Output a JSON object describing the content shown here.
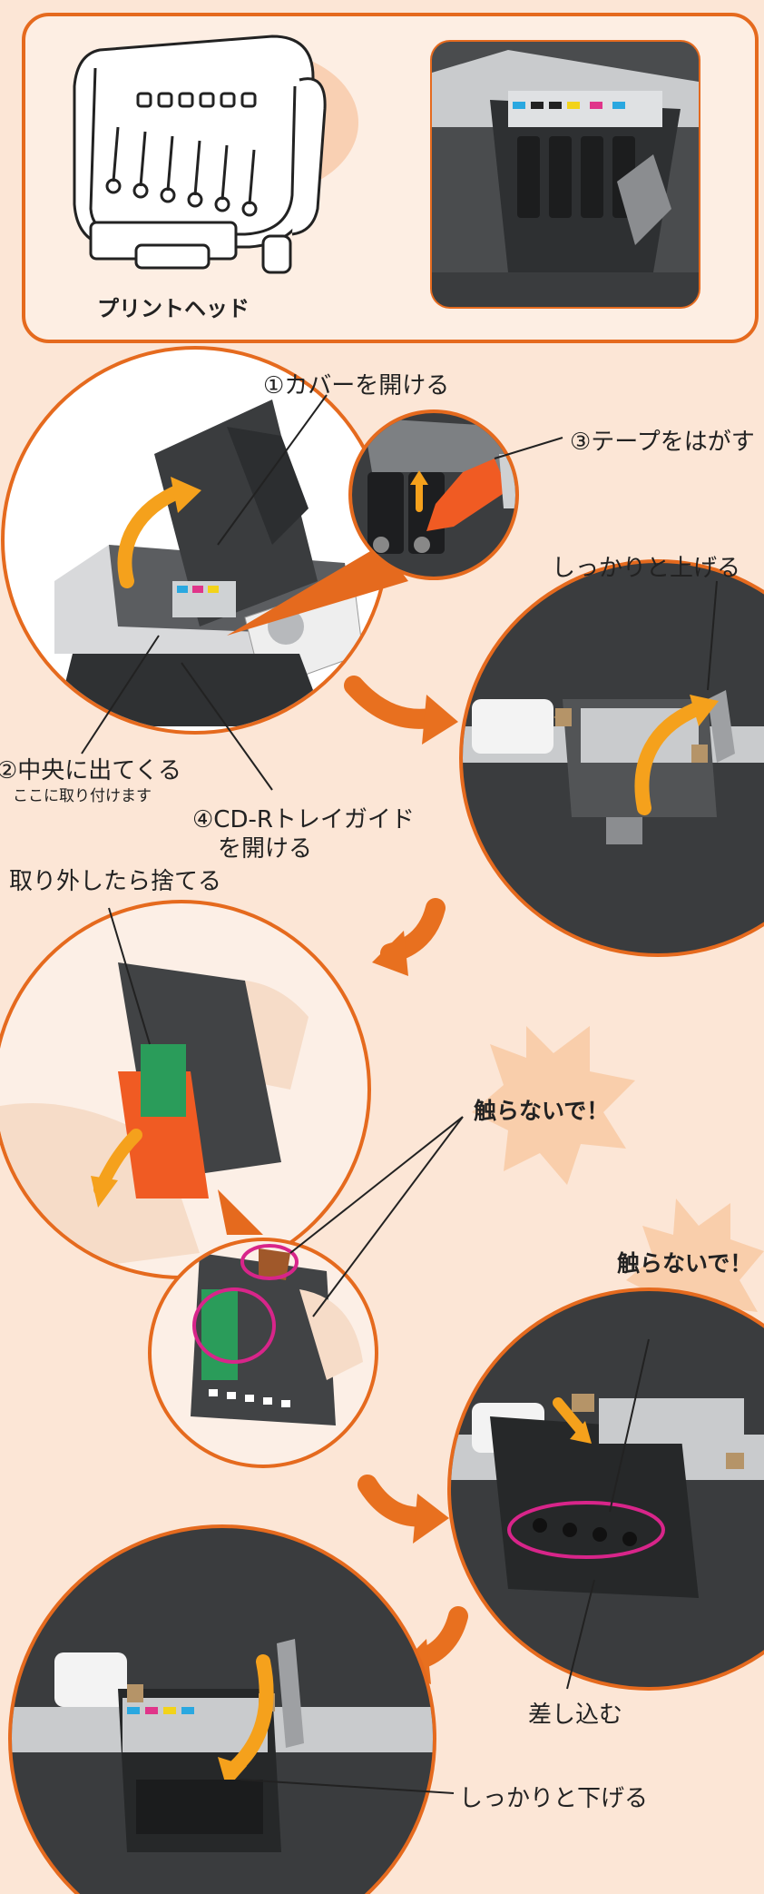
{
  "colors": {
    "background": "#fce6d6",
    "accent_orange": "#e56a1e",
    "arrow_orange": "#e8701f",
    "lift_arrow": "#f5a11c",
    "dark_gray": "#3c3e40",
    "magenta_ring": "#d8258a"
  },
  "header": {
    "printhead_caption": "プリントヘッド"
  },
  "steps": {
    "open_cover": "①カバーを開ける",
    "center_line1": "②中央に出てくる",
    "center_line2": "ここに取り付けます",
    "remove_tape": "③テープをはがす",
    "cdr_line1": "④CD-Rトレイガイド",
    "cdr_line2": "を開ける",
    "lift_firmly": "しっかりと上げる",
    "discard": "取り外したら捨てる",
    "dont_touch_1": "触らないで！",
    "dont_touch_2": "触らないで！",
    "insert": "差し込む",
    "lower_firmly": "しっかりと下げる"
  },
  "icons": {
    "flow_arrow": "curved-down-arrow-icon",
    "starburst": "warning-burst-icon"
  }
}
